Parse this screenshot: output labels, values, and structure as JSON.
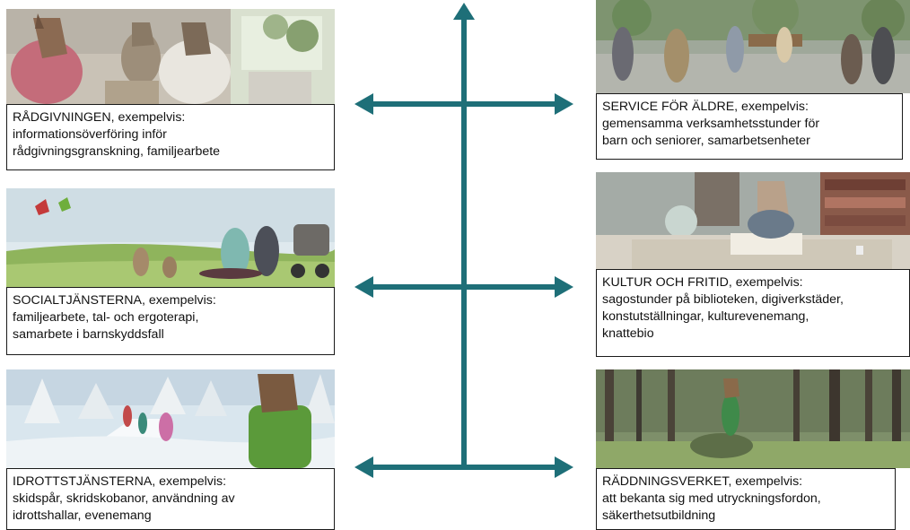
{
  "colors": {
    "arrow": "#1E6F78",
    "caption_border": "#1a1a1a",
    "caption_text": "#111111"
  },
  "cards": [
    {
      "id": "radgivningen",
      "illustration": "counseling-scene",
      "lines": [
        "RÅDGIVNINGEN,  exempelvis:",
        "informationsöverföring  inför",
        "rådgivningsgranskning,  familjearbete"
      ]
    },
    {
      "id": "service-aldre",
      "illustration": "park-elderly-scene",
      "lines": [
        "SERVICE FÖR ÄLDRE, exempelvis:",
        "gemensamma verksamhetsstunder  för",
        "barn och seniorer, samarbetsenheter"
      ]
    },
    {
      "id": "socialtjansterna",
      "illustration": "meadow-kites-scene",
      "lines": [
        "SOCIALTJÄNSTERNA, exempelvis:",
        "familjearbete, tal- och ergoterapi,",
        "samarbete i barnskyddsfall"
      ]
    },
    {
      "id": "kultur-fritid",
      "illustration": "library-reading-scene",
      "lines": [
        "KULTUR OCH FRITID,  exempelvis:",
        "sagostunder på biblioteken, digiverkstäder,",
        "konstutställningar,  kulturevenemang,",
        "knattebio"
      ]
    },
    {
      "id": "idrott",
      "illustration": "ski-track-scene",
      "lines": [
        "IDROTTSTJÄNSTERNA,  exempelvis:",
        "skidspår, skridskobanor, användning av",
        "idrottshallar,  evenemang"
      ]
    },
    {
      "id": "raddning",
      "illustration": "forest-scene",
      "lines": [
        "RÄDDNINGSVERKET, exempelvis:",
        "att bekanta sig med utryckningsfordon,",
        "säkerthetsutbildning"
      ]
    }
  ]
}
